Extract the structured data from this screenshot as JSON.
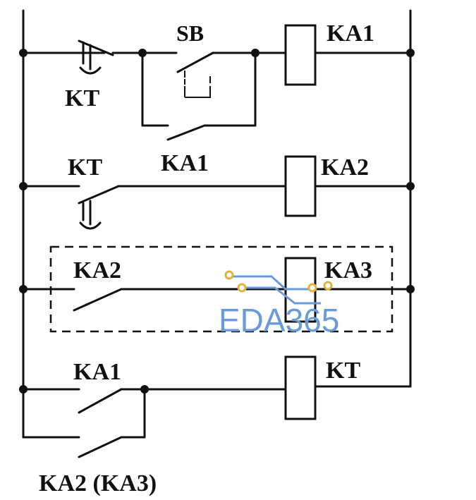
{
  "labels": {
    "sb": "SB",
    "r1_kt": "KT",
    "r1_ka1_contact": "KA1",
    "r1_ka1_coil": "KA1",
    "r2_kt": "KT",
    "r2_ka2_coil": "KA2",
    "r3_ka2_contact": "KA2",
    "r3_ka3_coil": "KA3",
    "r4_ka1_contact": "KA1",
    "r4_kt_coil": "KT",
    "r4_parallel_contact": "KA2 (KA3)"
  },
  "watermark": {
    "text": "EDA365",
    "line_color": "#6a9bd8",
    "dot_color": "#e3b23c"
  }
}
